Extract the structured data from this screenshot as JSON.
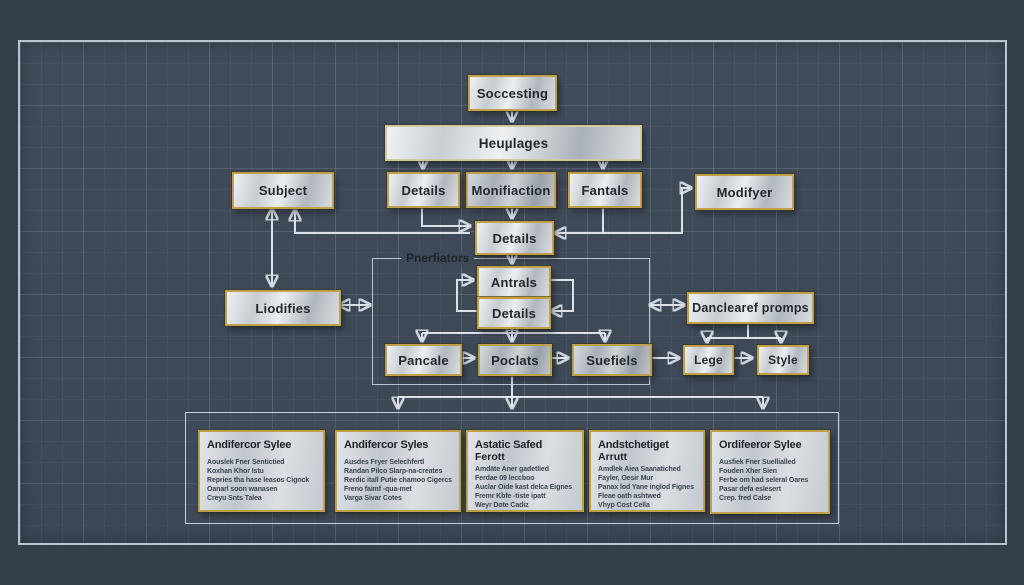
{
  "colors": {
    "background": "#353e4b",
    "frame_interior": "#3f4a59",
    "frame_border": "#c6d0da",
    "box_border_gold": "#bfa04c",
    "box_metal_light": "#eff1f3",
    "box_metal_dark": "#a7aeb5",
    "connector": "#e9eef4",
    "text": "#23282e"
  },
  "nodes": {
    "soccesting": "Soccesting",
    "heuplages": "Heuµlages",
    "subject": "Subject",
    "details_top": "Details",
    "monifiaction": "Monifiaction",
    "fantals": "Fantals",
    "modifyer": "Modifyer",
    "details_mid": "Details",
    "antrals": "Antrals",
    "details_inner": "Details",
    "liodifies": "Liodifies",
    "promps": "Danclearef promps",
    "pancale": "Pancale",
    "poclats": "Poclats",
    "suefiels": "Suefiels",
    "lege": "Lege",
    "style": "Style"
  },
  "group_label": "Pnerfiators",
  "bottom_panels": [
    {
      "title": "Andifercor Sylee",
      "subtitle": "",
      "lines": [
        "Aouslek Fner Sentictied",
        "Koxhan Khor Istu",
        "Repries tha hase leasos Cignck",
        "Oanarl soon wanasen",
        "Creyu Snts Talea"
      ]
    },
    {
      "title": "Andifercor Syles",
      "subtitle": "",
      "lines": [
        "Ausdes Fryer Selechfertl",
        "Randan Pilco Slarp-na-creates",
        "Rerdic itall Putie chamoo Cigercs",
        "Freno faimf -qua-met",
        "Varga Sivar Cotes"
      ]
    },
    {
      "title": "Astatic Safed",
      "subtitle": "Ferott",
      "lines": [
        "Amdäte Aner gadetlied",
        "Ferdae 09 leccboo",
        "Auclar Oide kast delca Eignes",
        "Fremr Kbfe -tiste ipatt",
        "Weyr Dote Cadiz"
      ]
    },
    {
      "title": "Andstchetiget",
      "subtitle": "Arrutt",
      "lines": [
        "Amdlek Aiea Saanatiched",
        "Fayler, Oesir Mur",
        "Panax lod Yane inglod Fignes",
        "Fleae oath ashtwed",
        "Vhyp Cost Cella"
      ]
    },
    {
      "title": "Ordifeeror Sylee",
      "subtitle": "",
      "lines": [
        "Ausfiek Fner Suellialled",
        "Fouden Xher Sien",
        "Ferbe om had seleral Oares",
        "Pasar defa eslesert",
        "Crep. fred Calse"
      ]
    }
  ]
}
